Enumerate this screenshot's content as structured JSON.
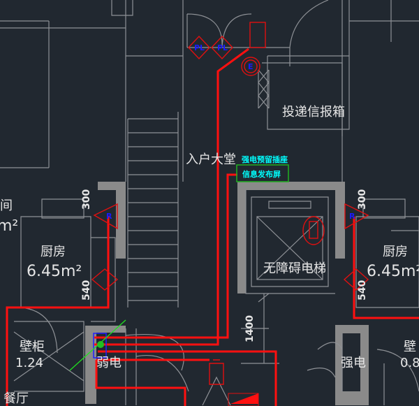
{
  "labels": {
    "mailbox": "投递信报箱",
    "lobby": "入户大堂",
    "power_socket": "强电预留插座",
    "info_screen": "信息发布屏",
    "elevator": "无障碍电梯",
    "kitchen_left": "厨房",
    "kitchen_left_area": "6.45m²",
    "kitchen_right": "厨房",
    "kitchen_right_area": "6.45m²",
    "closet_left": "壁柜",
    "closet_left_area": "1.24",
    "weak_current": "弱电",
    "strong_current": "强电",
    "closet_right": "壁",
    "closet_right_area": "0.8",
    "dining": "餐厅",
    "room_partial": "间",
    "room_partial_area": "m²"
  },
  "dimensions": {
    "left_top": "300",
    "left_bottom": "540",
    "right_top": "300",
    "right_bottom": "540",
    "corridor": "1400"
  },
  "symbols": {
    "pl1": "PL",
    "pl2": "PL",
    "e": "E",
    "r_left": "R",
    "r_right": "R"
  },
  "colors": {
    "background": "#212830",
    "wiring": "#ff1010",
    "info_screen_box": "#20b020",
    "socket_text": "#00ffff",
    "symbol_text": "#1a1aff"
  }
}
